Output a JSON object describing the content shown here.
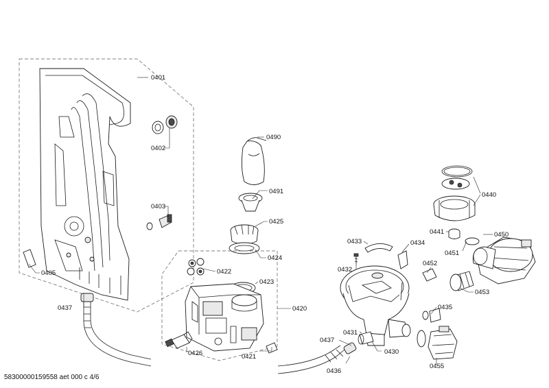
{
  "parts": [
    {
      "id": "p0401",
      "label": "0401"
    },
    {
      "id": "p0402",
      "label": "0402"
    },
    {
      "id": "p0403",
      "label": "0403"
    },
    {
      "id": "p0405",
      "label": "0405"
    },
    {
      "id": "p0437a",
      "label": "0437"
    },
    {
      "id": "p0490",
      "label": "0490"
    },
    {
      "id": "p0491",
      "label": "0491"
    },
    {
      "id": "p0425",
      "label": "0425"
    },
    {
      "id": "p0424",
      "label": "0424"
    },
    {
      "id": "p0422",
      "label": "0422"
    },
    {
      "id": "p0423",
      "label": "0423"
    },
    {
      "id": "p0420",
      "label": "0420"
    },
    {
      "id": "p0426",
      "label": "0426"
    },
    {
      "id": "p0421",
      "label": "0421"
    },
    {
      "id": "p0433",
      "label": "0433"
    },
    {
      "id": "p0434",
      "label": "0434"
    },
    {
      "id": "p0432",
      "label": "0432"
    },
    {
      "id": "p0452",
      "label": "0452"
    },
    {
      "id": "p0440",
      "label": "0440"
    },
    {
      "id": "p0441",
      "label": "0441"
    },
    {
      "id": "p0450",
      "label": "0450"
    },
    {
      "id": "p0451",
      "label": "0451"
    },
    {
      "id": "p0453",
      "label": "0453"
    },
    {
      "id": "p0435",
      "label": "0435"
    },
    {
      "id": "p0455",
      "label": "0455"
    },
    {
      "id": "p0431",
      "label": "0431"
    },
    {
      "id": "p0437b",
      "label": "0437"
    },
    {
      "id": "p0430",
      "label": "0430"
    },
    {
      "id": "p0436",
      "label": "0436"
    }
  ],
  "footer": "58300000159558 aet 000 c 4/6"
}
